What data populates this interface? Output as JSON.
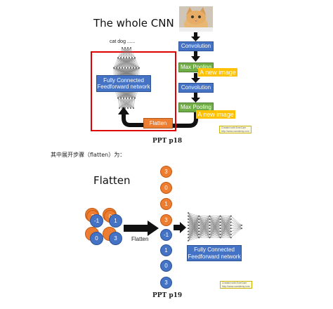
{
  "slide1": {
    "title": "The whole CNN",
    "output_label": "cat dog ......",
    "fc_label": "Fully Connected Feedforward network",
    "convolution_1": "Convolution",
    "max_pooling_1": "Max Pooling",
    "convolution_2": "Convolution",
    "max_pooling_2": "Max Pooling",
    "new_image_1": "A new image",
    "new_image_2": "A new image",
    "flatten": "Flatten",
    "stamp_line1": "Created with EverCam",
    "stamp_line2": "http://www.camdemy.com",
    "caption": "PPT p18"
  },
  "body_text": "其中展开步骤（flatten）为：",
  "slide2": {
    "title": "Flatten",
    "matrix_values": [
      "3",
      "0",
      "-1",
      "1",
      "0",
      "3"
    ],
    "flatten_label": "Flatten",
    "column_values": [
      "3",
      "0",
      "1",
      "3",
      "-1",
      "1",
      "0",
      "3"
    ],
    "fc_label": "Fully Connected Feedforward network",
    "stamp_line1": "Created with EverCam",
    "stamp_line2": "http://www.camdemy.com",
    "caption": "PPT p19"
  },
  "colors": {
    "blue": "#4472c4",
    "green": "#70ad47",
    "orange": "#ed7d31",
    "yellow": "#ffc000",
    "red_frame": "#e00000"
  }
}
